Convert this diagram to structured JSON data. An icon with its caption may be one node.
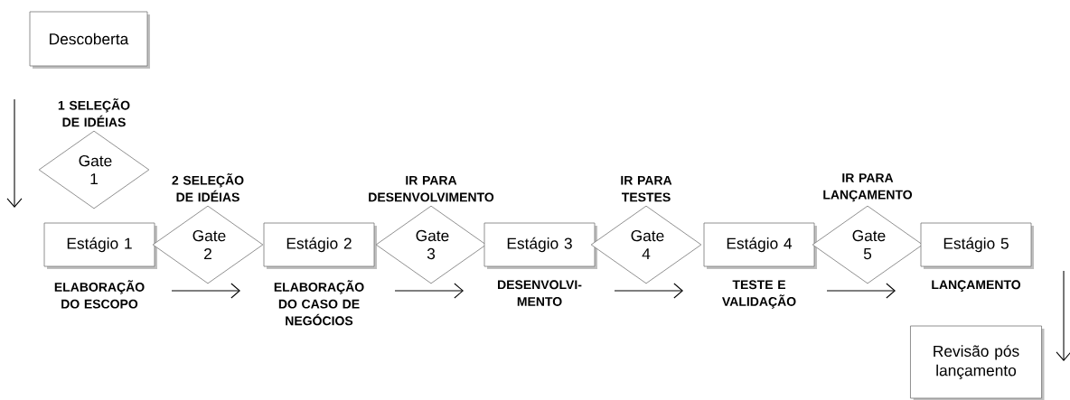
{
  "diagram": {
    "nodes": [
      {
        "text": [
          "Descoberta"
        ]
      },
      {
        "text": [
          "Gate 1"
        ],
        "beside": [
          "1 SELEÇÃO DE IDÉIAS"
        ]
      },
      {
        "text": [
          "Estágio 1"
        ],
        "beside": [
          "ELABORAÇÃO DO ESCOPO"
        ]
      },
      {
        "text": [
          "Gate 2"
        ],
        "beside": [
          "2 SELEÇÃO DE IDÉIAS"
        ]
      },
      {
        "text": [
          "Estágio 2"
        ],
        "beside": [
          "ELABORAÇÃO DO CASO DE NEGÓCIOS"
        ]
      },
      {
        "text": [
          "Gate 3"
        ],
        "beside": [
          "IR PARA DESENVOLVIMENTO"
        ]
      },
      {
        "text": [
          "Estágio 3"
        ],
        "beside": [
          "DESENVOLVI- MENTO"
        ]
      },
      {
        "text": [
          "Gate 4"
        ],
        "beside": [
          "IR PARA TESTES"
        ]
      },
      {
        "text": [
          "Estágio 4"
        ],
        "beside": [
          "TESTE E VALIDAÇÃO"
        ]
      },
      {
        "text": [
          "Gate 5"
        ],
        "beside": [
          "IR PARA LANÇAMENTO"
        ]
      },
      {
        "text": [
          "Estágio 5"
        ],
        "beside": [
          "LANÇAMENTO"
        ]
      },
      {
        "text": [
          "Revisão pós lançamento"
        ]
      }
    ]
  }
}
